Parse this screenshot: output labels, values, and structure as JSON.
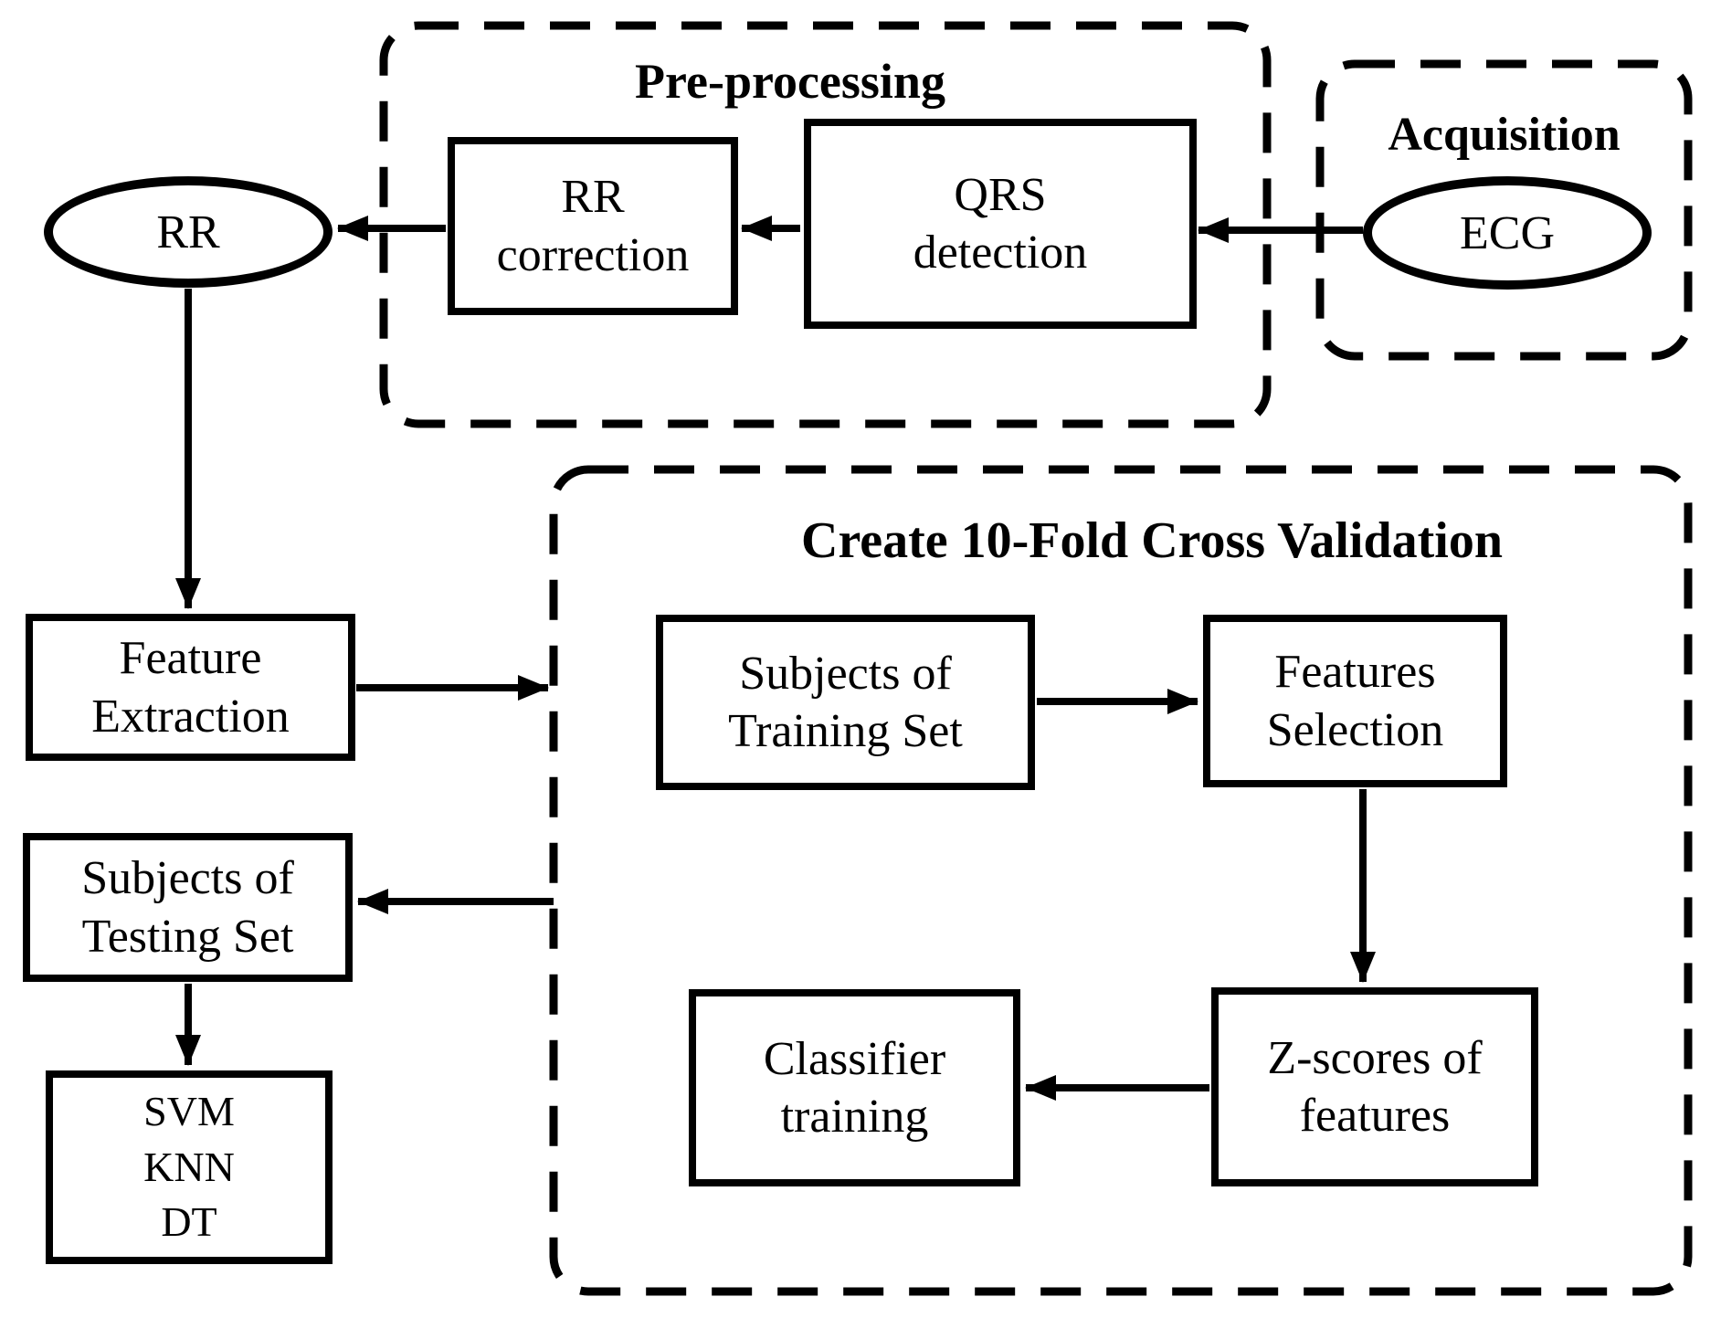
{
  "diagram": {
    "background": "#ffffff",
    "stroke_color": "#000000",
    "groups": {
      "preprocessing": {
        "title": "Pre-processing"
      },
      "acquisition": {
        "title": "Acquisition"
      },
      "cross_validation": {
        "title": "Create 10-Fold Cross Validation"
      }
    },
    "nodes": {
      "ecg": {
        "label": "ECG",
        "shape": "ellipse"
      },
      "rr": {
        "label": "RR",
        "shape": "ellipse"
      },
      "qrs_detection": {
        "label": "QRS\ndetection",
        "shape": "rect"
      },
      "rr_correction": {
        "label": "RR\ncorrection",
        "shape": "rect"
      },
      "feature_extraction": {
        "label": "Feature\nExtraction",
        "shape": "rect"
      },
      "subjects_training": {
        "label": "Subjects of\nTraining Set",
        "shape": "rect"
      },
      "features_selection": {
        "label": "Features\nSelection",
        "shape": "rect"
      },
      "z_scores": {
        "label": "Z-scores of\nfeatures",
        "shape": "rect"
      },
      "classifier_training": {
        "label": "Classifier\ntraining",
        "shape": "rect"
      },
      "subjects_testing": {
        "label": "Subjects of\nTesting Set",
        "shape": "rect"
      },
      "classifiers": {
        "label": "SVM\nKNN\nDT",
        "shape": "rect"
      }
    },
    "edges": [
      {
        "from": "ecg",
        "to": "qrs_detection"
      },
      {
        "from": "qrs_detection",
        "to": "rr_correction"
      },
      {
        "from": "rr_correction",
        "to": "rr"
      },
      {
        "from": "rr",
        "to": "feature_extraction"
      },
      {
        "from": "feature_extraction",
        "to": "cross_validation"
      },
      {
        "from": "subjects_training",
        "to": "features_selection"
      },
      {
        "from": "features_selection",
        "to": "z_scores"
      },
      {
        "from": "z_scores",
        "to": "classifier_training"
      },
      {
        "from": "cross_validation",
        "to": "subjects_testing"
      },
      {
        "from": "subjects_testing",
        "to": "classifiers"
      }
    ]
  }
}
